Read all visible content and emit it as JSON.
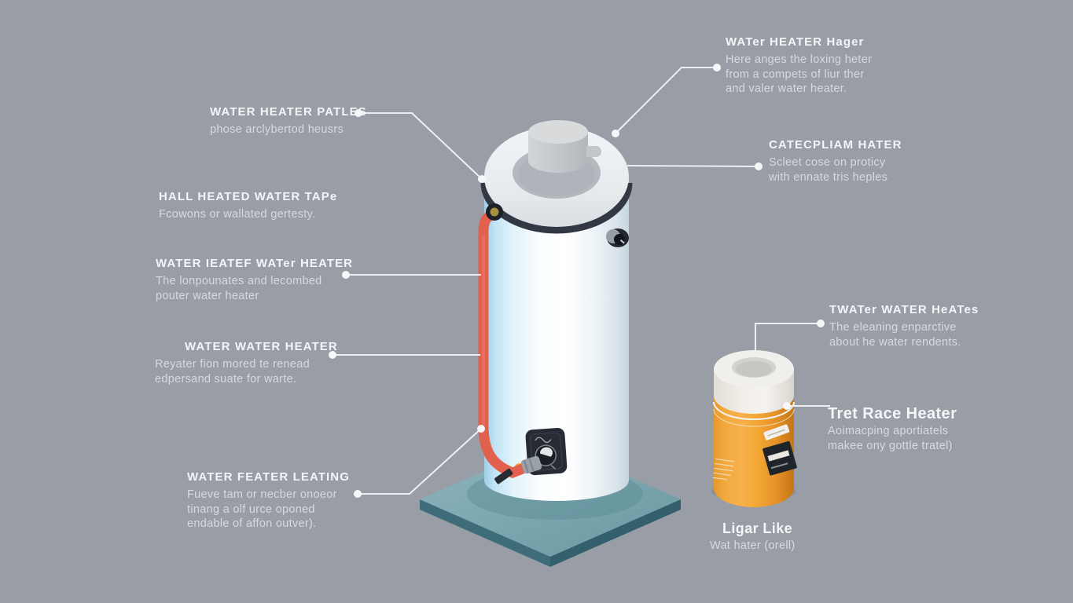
{
  "colors": {
    "background": "#989da6",
    "callout_line": "#edeff1",
    "callout_dot": "#f6f7f8",
    "title_text": "#f4f5f7",
    "body_text": "#d7dade",
    "pipe_red": "#e2604e",
    "pipe_coupling_dark": "#262a33",
    "base_teal_top": "#7fa9b1",
    "base_teal_side_left": "#3e6c79",
    "base_teal_side_right": "#345f6c",
    "tank_blue": "#cdeaf6",
    "tank_ring_dark": "#333944",
    "canister_orange": "#f2a537",
    "panel_dark": "#262b34"
  },
  "labels": {
    "water_heater_hager": {
      "title": "WATer HEATER Hager",
      "lines": [
        "Here anges the loxing heter",
        "from a compets of liur ther",
        "and valer water heater."
      ]
    },
    "water_heater_patles": {
      "title": "WATER HEATER PATLES",
      "lines": [
        "phose arclybertod heusrs"
      ]
    },
    "catecpliam_hater": {
      "title": "CATECPLIAM HATER",
      "lines": [
        "Scleet cose on proticy",
        "with ennate tris heples"
      ]
    },
    "hall_heated_water_tape": {
      "title": "HALL HEATED WATER TAPe",
      "lines": [
        "Fcowons or wallated gertesty."
      ]
    },
    "water_ieatef_water_heater": {
      "title": "WATER IEATEF WATer HEATER",
      "lines": [
        "The lonpounates and lecombed",
        "pouter water heater"
      ]
    },
    "twater_water_heates": {
      "title": "TWATer WATER HeATes",
      "lines": [
        "The eleaning enparctive",
        "about he water rendents."
      ]
    },
    "water_water_heater": {
      "title": "WATER WATER HEATER",
      "lines": [
        "Reyater fion mored te renead",
        "edpersand suate for warte."
      ]
    },
    "tret_race_heater": {
      "title": "Tret Race Heater",
      "lines": [
        "Aoimacping aportiatels",
        "makee ony gottle tratel)"
      ]
    },
    "water_feater_leating": {
      "title": "WATER FEATER LEATING",
      "lines": [
        "Fueve tam or necber onoeor",
        "tinang a olf urce oponed",
        "endable of affon outver)."
      ]
    },
    "ligar_like": {
      "title": "Ligar Like",
      "lines": [
        "Wat hater (orell)"
      ]
    }
  }
}
